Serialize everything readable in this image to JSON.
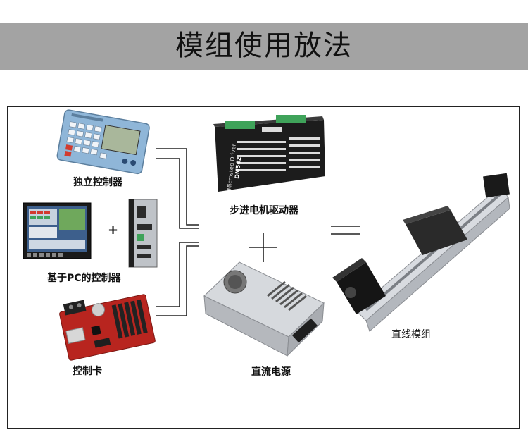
{
  "header": {
    "title": "模组使用放法"
  },
  "labels": {
    "standalone_controller": "独立控制器",
    "pc_controller": "基于PC的控制器",
    "plus_small": "+",
    "control_card": "控制卡",
    "stepper_driver": "步进电机驱动器",
    "power_supply": "直流电源",
    "linear_module": "直线模组"
  },
  "device_text": {
    "driver_brand": "Microstep Driver",
    "driver_model": "DM542"
  },
  "symbols": {
    "plus": "+",
    "equals": "="
  },
  "colors": {
    "banner_bg": "#a3a3a3",
    "controller_blue": "#8fb6d8",
    "screen_green": "#a9b79b",
    "driver_body": "#1c1c1c",
    "terminal_green": "#3fa35a",
    "card_red": "#b8251f",
    "psu_silver": "#c9ccd0",
    "module_rail": "#d8dbe0",
    "motor_black": "#151515"
  }
}
